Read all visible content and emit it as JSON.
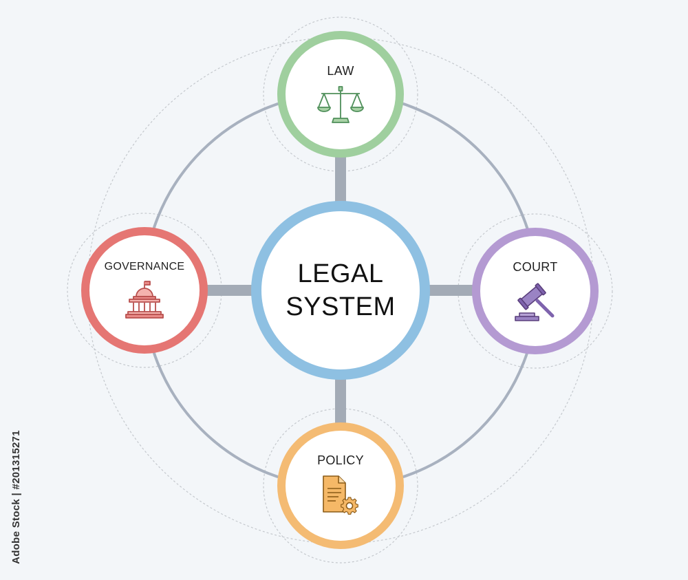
{
  "center": {
    "label_line1": "LEGAL",
    "label_line2": "SYSTEM"
  },
  "nodes": [
    {
      "label": "LAW",
      "icon": "scales-of-justice-icon",
      "color": "#9fcf9e"
    },
    {
      "label": "GOVERNANCE",
      "icon": "government-building-icon",
      "color": "#e57673"
    },
    {
      "label": "COURT",
      "icon": "gavel-icon",
      "color": "#b49ad2"
    },
    {
      "label": "POLICY",
      "icon": "policy-document-gear-icon",
      "color": "#f4bb73"
    }
  ],
  "center_color": "#8ec0e2",
  "watermark": {
    "vertical_text": "Adobe Stock | #201315271"
  }
}
